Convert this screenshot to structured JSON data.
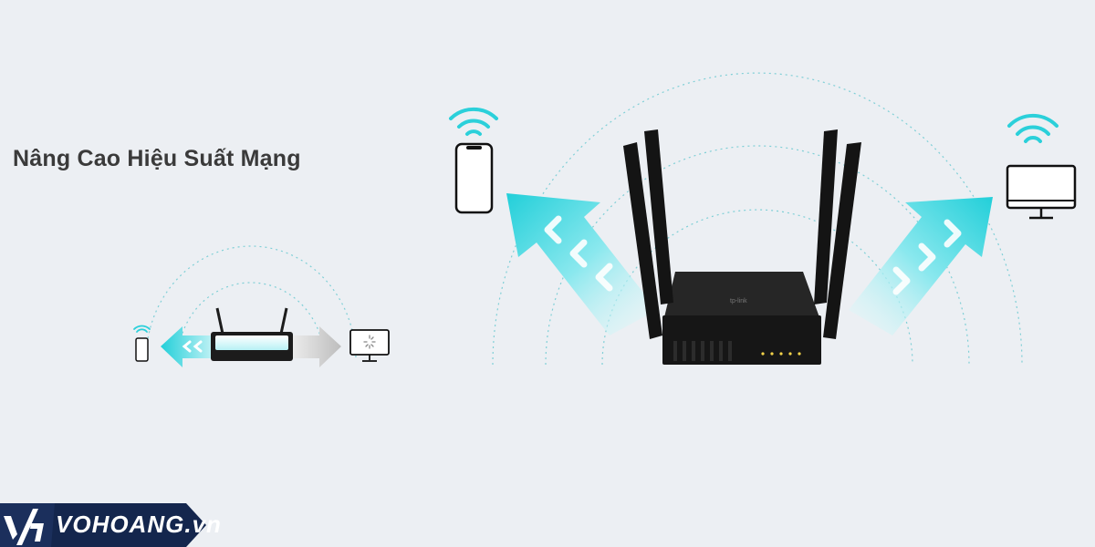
{
  "heading": "Nâng Cao Hiệu Suất Mạng",
  "brand": {
    "name": "VOHOANG.vn",
    "logo_letters": "vh"
  },
  "router_logo_text": "tp-link",
  "icons": {
    "small_phone": "smartphone-icon",
    "small_monitor": "monitor-icon",
    "large_phone": "smartphone-icon",
    "large_monitor": "monitor-icon",
    "wifi": "wifi-icon"
  },
  "colors": {
    "background": "#eceff3",
    "beam": "#2bd0da",
    "beam_light": "#d5f4f8",
    "router": "#1c1c1c",
    "brand_navy": "#14264d",
    "wave_dots": "#7fcfd6"
  }
}
